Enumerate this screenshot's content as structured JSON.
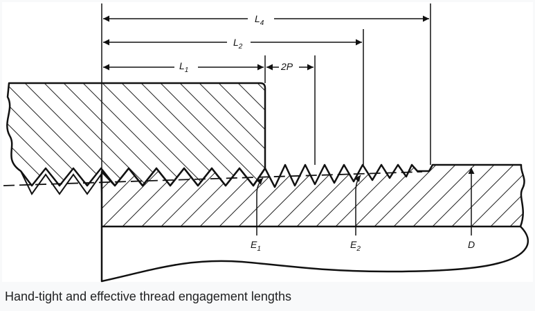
{
  "labels": {
    "l4": {
      "main": "L",
      "sub": "4"
    },
    "l2": {
      "main": "L",
      "sub": "2"
    },
    "l1": {
      "main": "L",
      "sub": "1"
    },
    "two_p": "2P",
    "e1": {
      "main": "E",
      "sub": "1"
    },
    "e2": {
      "main": "E",
      "sub": "2"
    },
    "d": "D"
  },
  "caption": "Hand-tight and effective thread engagement lengths"
}
